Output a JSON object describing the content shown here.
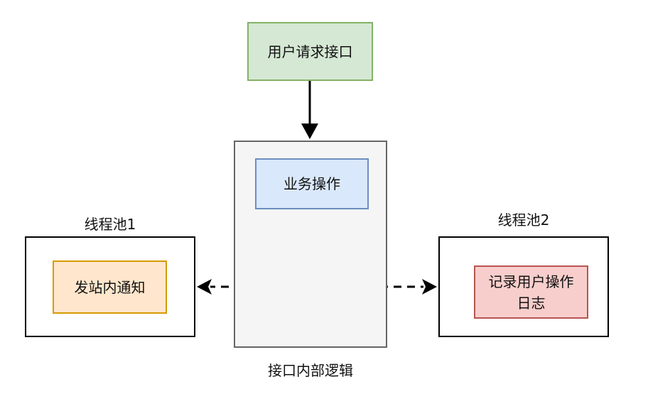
{
  "nodes": {
    "user_request": {
      "label": "用户请求接口",
      "fill": "#d5e8d4",
      "stroke": "#82b366"
    },
    "interface_container": {
      "caption": "接口内部逻辑",
      "fill": "#f5f5f5",
      "stroke": "#666666"
    },
    "business_op": {
      "label": "业务操作",
      "fill": "#dae8fc",
      "stroke": "#6c8ebf"
    },
    "pool1": {
      "title": "线程池1",
      "stroke": "#000000"
    },
    "notify": {
      "label": "发站内通知",
      "fill": "#ffe6cc",
      "stroke": "#d79b00"
    },
    "pool2": {
      "title": "线程池2",
      "stroke": "#000000"
    },
    "log": {
      "line1": "记录用户操作",
      "line2": "日志",
      "fill": "#f8cecc",
      "stroke": "#b85450"
    }
  }
}
